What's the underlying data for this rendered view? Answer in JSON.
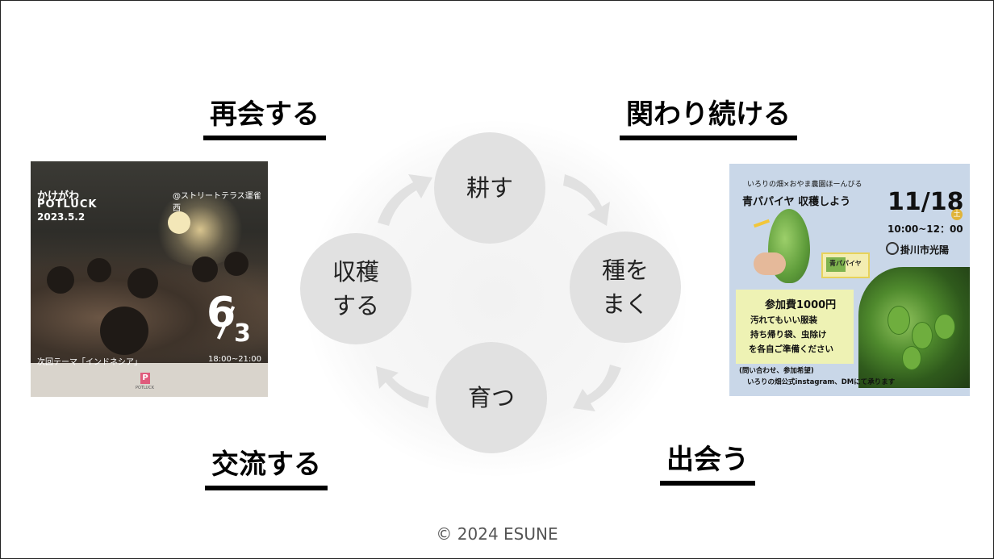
{
  "headings": {
    "top_left": "再会する",
    "top_right": "関わり続ける",
    "bottom_left": "交流する",
    "bottom_right": "出会う"
  },
  "cycle": {
    "top": "耕す",
    "right_line1": "種を",
    "right_line2": "まく",
    "bottom": "育つ",
    "left_line1": "収穫",
    "left_line2": "する",
    "arrow_color": "#e1e1e1",
    "circle_color": "#e1e1e1"
  },
  "left_card": {
    "line1": "かけがわ",
    "line2": "POTLUCK",
    "line3": "2023.5.2",
    "venue": "@ストリートテラス運雀西",
    "big_number": "6",
    "small_number": "3",
    "theme": "次回テーマ「インドネシア」",
    "time": "18:00~21:00",
    "logo_letter": "P",
    "logo_text": "POTLUCK"
  },
  "right_card": {
    "organizer": "いろりの畑×おやま農園ほーんびる",
    "title": "青パパイヤ 収穫しよう",
    "date": "11/18",
    "weekday": "土",
    "time": "10:00~12：00",
    "place": "掛川市光陽",
    "package_label": "青パパイヤ",
    "fee": "参加費1000円",
    "note1": "汚れてもいい服装",
    "note2": "持ち帰り袋、虫除け",
    "note3": "を各自ご準備ください",
    "contact1": "(問い合わせ、参加希望)",
    "contact2": "いろりの畑公式instagram、DMにて承ります"
  },
  "footer": {
    "copyright": "© 2024 ESUNE"
  }
}
